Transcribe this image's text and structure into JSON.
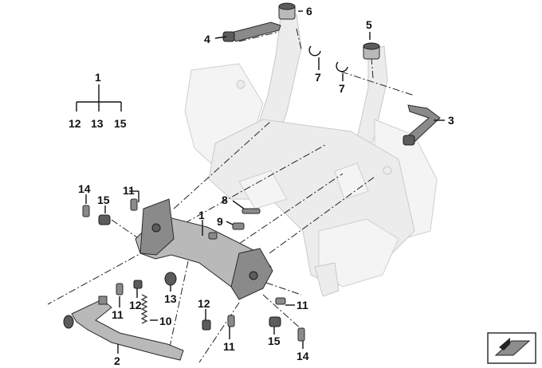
{
  "callouts": {
    "c1_top": "1",
    "c12_tree": "12",
    "c13_tree": "13",
    "c15_tree": "15",
    "c6": "6",
    "c4": "4",
    "c7_left": "7",
    "c5": "5",
    "c7_right": "7",
    "c3": "3",
    "c14_left": "14",
    "c15_left": "15",
    "c11_top": "11",
    "c8": "8",
    "c9": "9",
    "c1_mid": "1",
    "c12_left": "12",
    "c13_mid": "13",
    "c11_left": "11",
    "c10": "10",
    "c12_right": "12",
    "c11_right": "11",
    "c15_right": "15",
    "c11_bottom": "11",
    "c14_right": "14",
    "c2": "2"
  },
  "icons": {
    "view_direction": "view-direction-icon"
  }
}
